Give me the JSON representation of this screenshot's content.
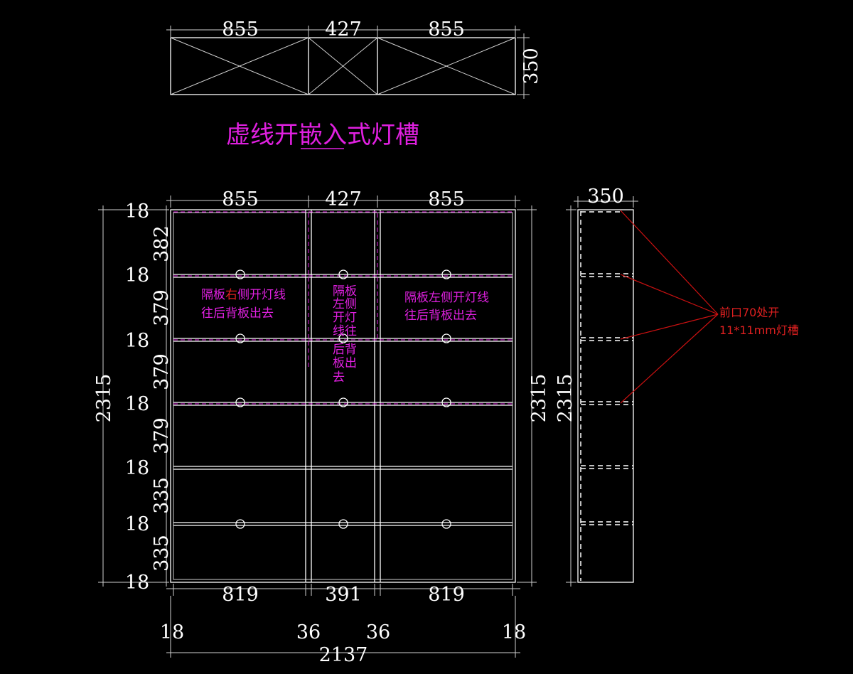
{
  "top_view": {
    "widths": [
      "855",
      "427",
      "855"
    ],
    "depth": "350"
  },
  "title": "虚线开嵌入式灯槽",
  "front_view": {
    "top_widths": [
      "855",
      "427",
      "855"
    ],
    "inner_widths": [
      "819",
      "391",
      "819"
    ],
    "panel_thicknesses": [
      "18",
      "36",
      "36",
      "18"
    ],
    "total_width": "2137",
    "total_height": "2315",
    "right_height": "2315",
    "left_stack": [
      {
        "t": "18"
      },
      {
        "h": "382"
      },
      {
        "t": "18"
      },
      {
        "h": "379"
      },
      {
        "t": "18"
      },
      {
        "h": "379"
      },
      {
        "t": "18"
      },
      {
        "h": "379"
      },
      {
        "t": "18"
      },
      {
        "h": "335"
      },
      {
        "t": "18"
      },
      {
        "h": "335"
      },
      {
        "t": "18"
      }
    ]
  },
  "notes": {
    "left_line1_a": "隔板",
    "left_line1_b": "右",
    "left_line1_c": "侧开灯线",
    "left_line2": "往后背板出去",
    "middle_lines": [
      "隔板",
      "左侧",
      "开灯",
      "线往",
      "后背",
      "板出",
      "去"
    ],
    "right_line1": "隔板左侧开灯线",
    "right_line2": "往后背板出去"
  },
  "side_view": {
    "depth": "350",
    "height": "2315",
    "callout_line1": "前口70处开",
    "callout_line2": "11*11mm灯槽"
  },
  "colors": {
    "background": "#000000",
    "lines": "#ffffff",
    "annotation": "#e020e0",
    "callout": "#cc1111"
  }
}
